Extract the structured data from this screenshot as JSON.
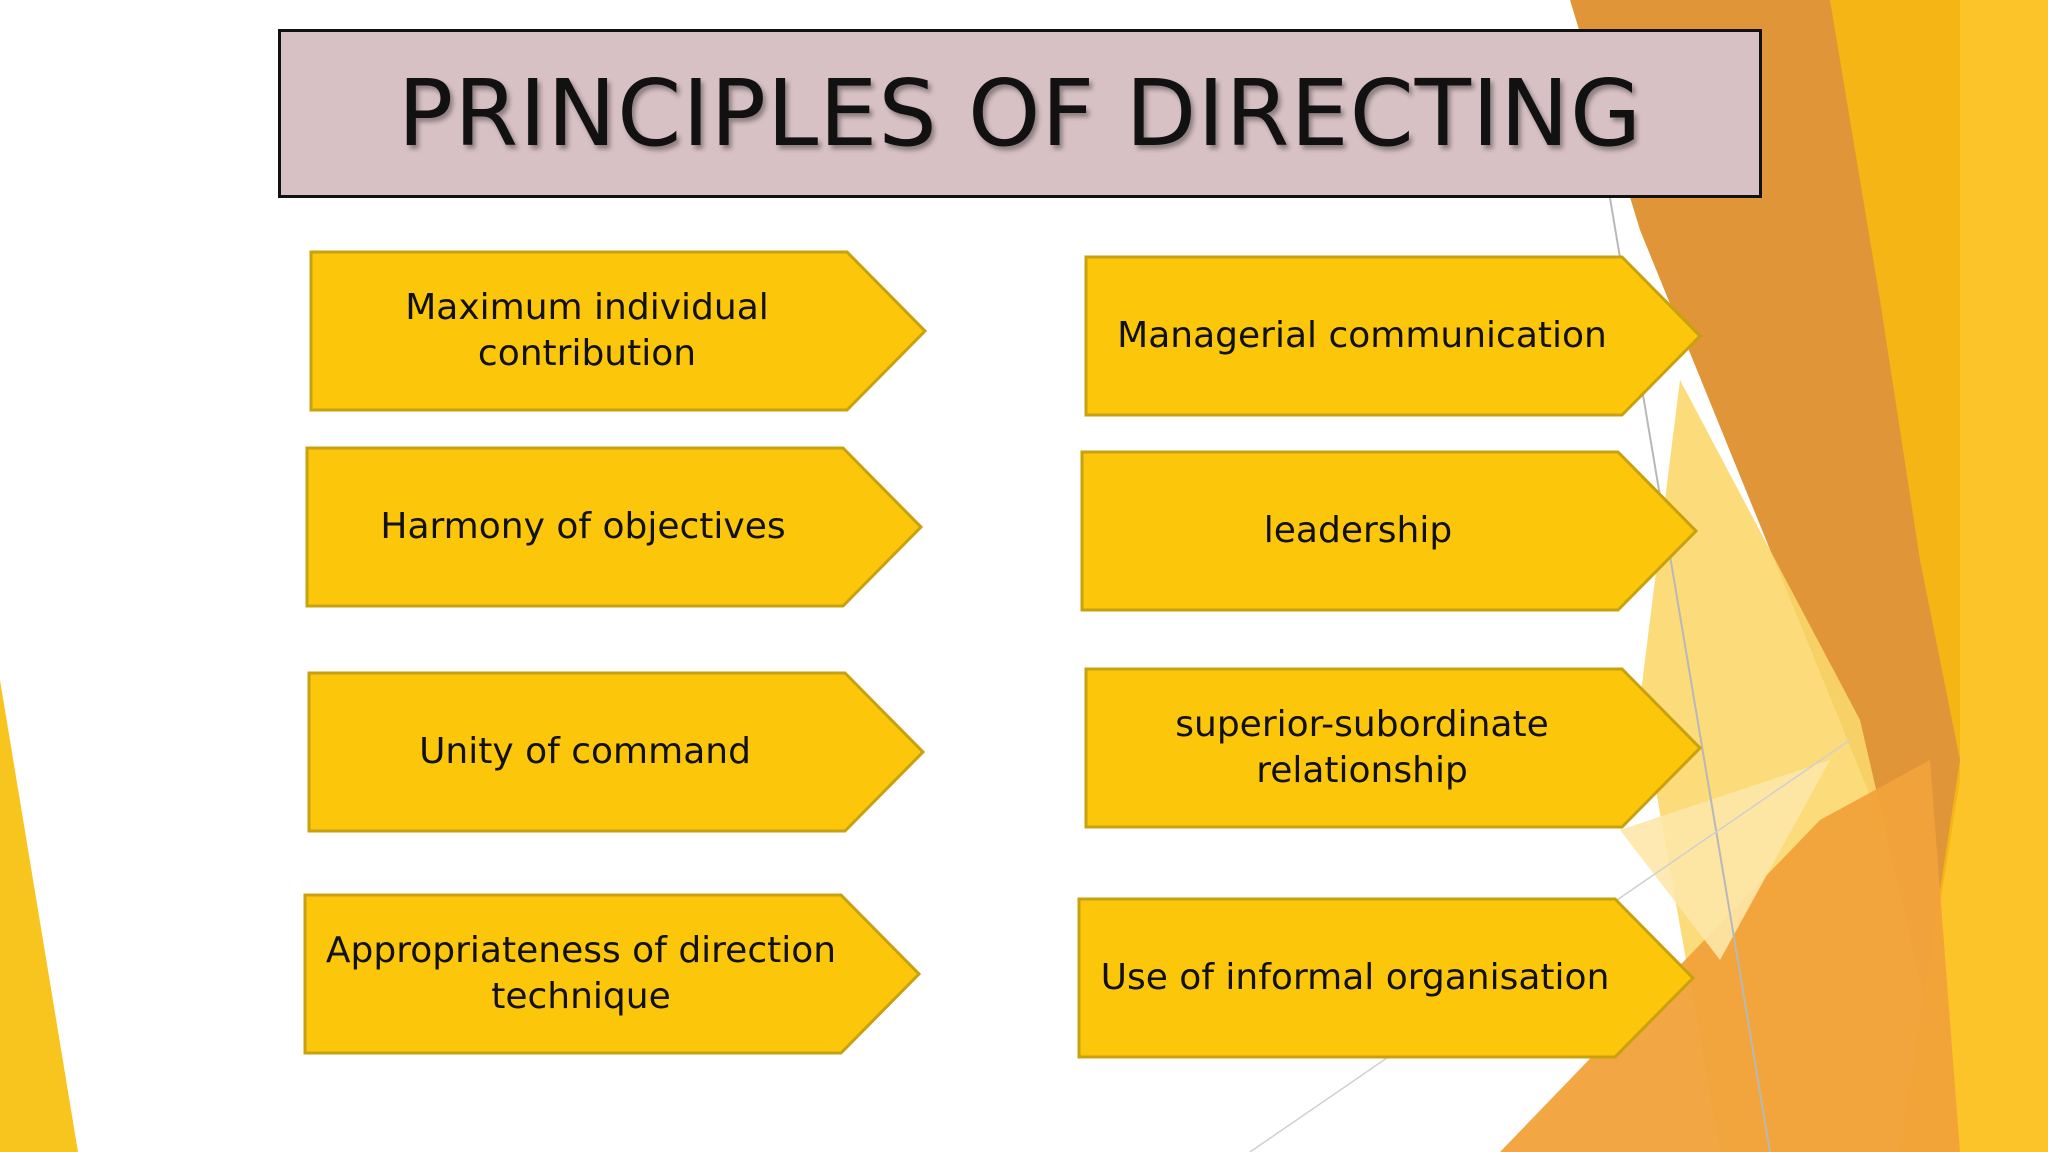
{
  "title": "PRINCIPLES OF DIRECTING",
  "colors": {
    "arrow_fill": "#fcc70a",
    "arrow_border": "#c9a10f",
    "title_fill": "#d8c1c4",
    "accent_yellow": "#f7b918",
    "accent_orange": "#de8c28"
  },
  "principles_left": [
    {
      "label": "Maximum individual contribution"
    },
    {
      "label": "Harmony of objectives"
    },
    {
      "label": "Unity of command"
    },
    {
      "label": "Appropriateness of direction technique"
    }
  ],
  "principles_right": [
    {
      "label": "Managerial communication"
    },
    {
      "label": "leadership"
    },
    {
      "label": "superior-subordinate relationship"
    },
    {
      "label": "Use of informal organisation"
    }
  ]
}
